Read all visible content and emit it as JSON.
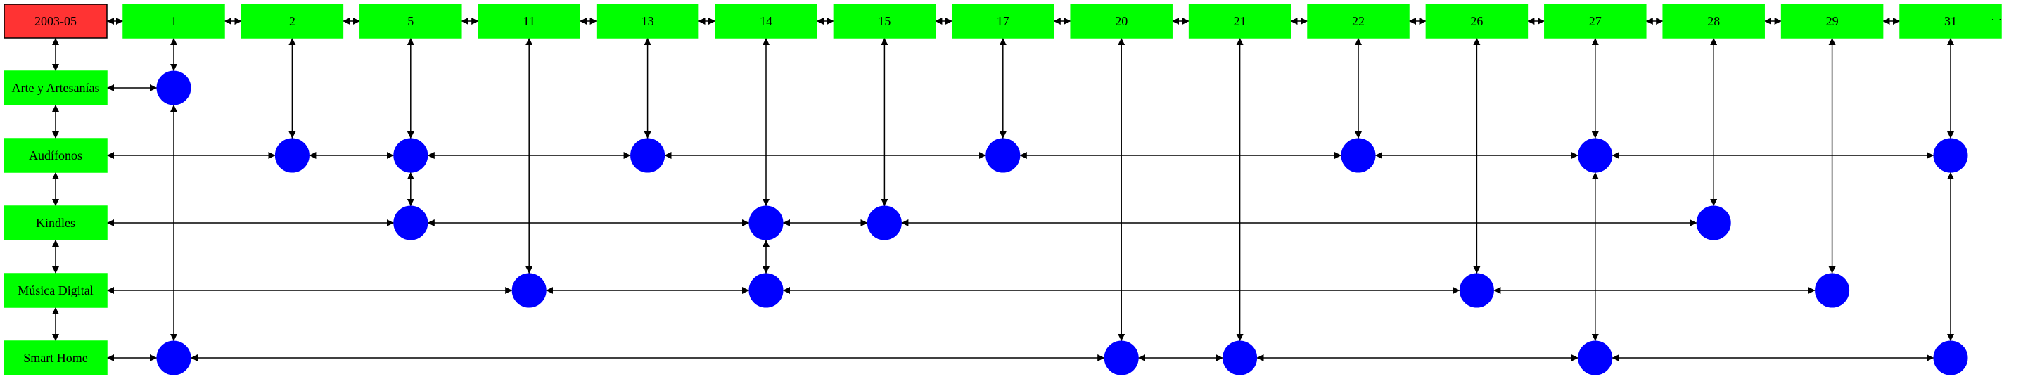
{
  "header": {
    "period_label": "2003-05"
  },
  "columns": [
    {
      "label": "1"
    },
    {
      "label": "2"
    },
    {
      "label": "5"
    },
    {
      "label": "11"
    },
    {
      "label": "13"
    },
    {
      "label": "14"
    },
    {
      "label": "15"
    },
    {
      "label": "17"
    },
    {
      "label": "20"
    },
    {
      "label": "21"
    },
    {
      "label": "22"
    },
    {
      "label": "26"
    },
    {
      "label": "27"
    },
    {
      "label": "28"
    },
    {
      "label": "29"
    },
    {
      "label": "31"
    }
  ],
  "rows": [
    {
      "label": "Arte y Artesanías",
      "dots": [
        "1"
      ]
    },
    {
      "label": "Audífonos",
      "dots": [
        "2",
        "5",
        "13",
        "17",
        "22",
        "27",
        "31"
      ]
    },
    {
      "label": "Kindles",
      "dots": [
        "5",
        "14",
        "15",
        "28"
      ]
    },
    {
      "label": "Música Digital",
      "dots": [
        "11",
        "14",
        "26",
        "29"
      ]
    },
    {
      "label": "Smart Home",
      "dots": [
        "1",
        "20",
        "21",
        "27",
        "31"
      ]
    }
  ],
  "colors": {
    "header_fill": "#ff3333",
    "node_fill": "#00ff00",
    "dot_fill": "#0000ff",
    "edge": "#000000"
  }
}
